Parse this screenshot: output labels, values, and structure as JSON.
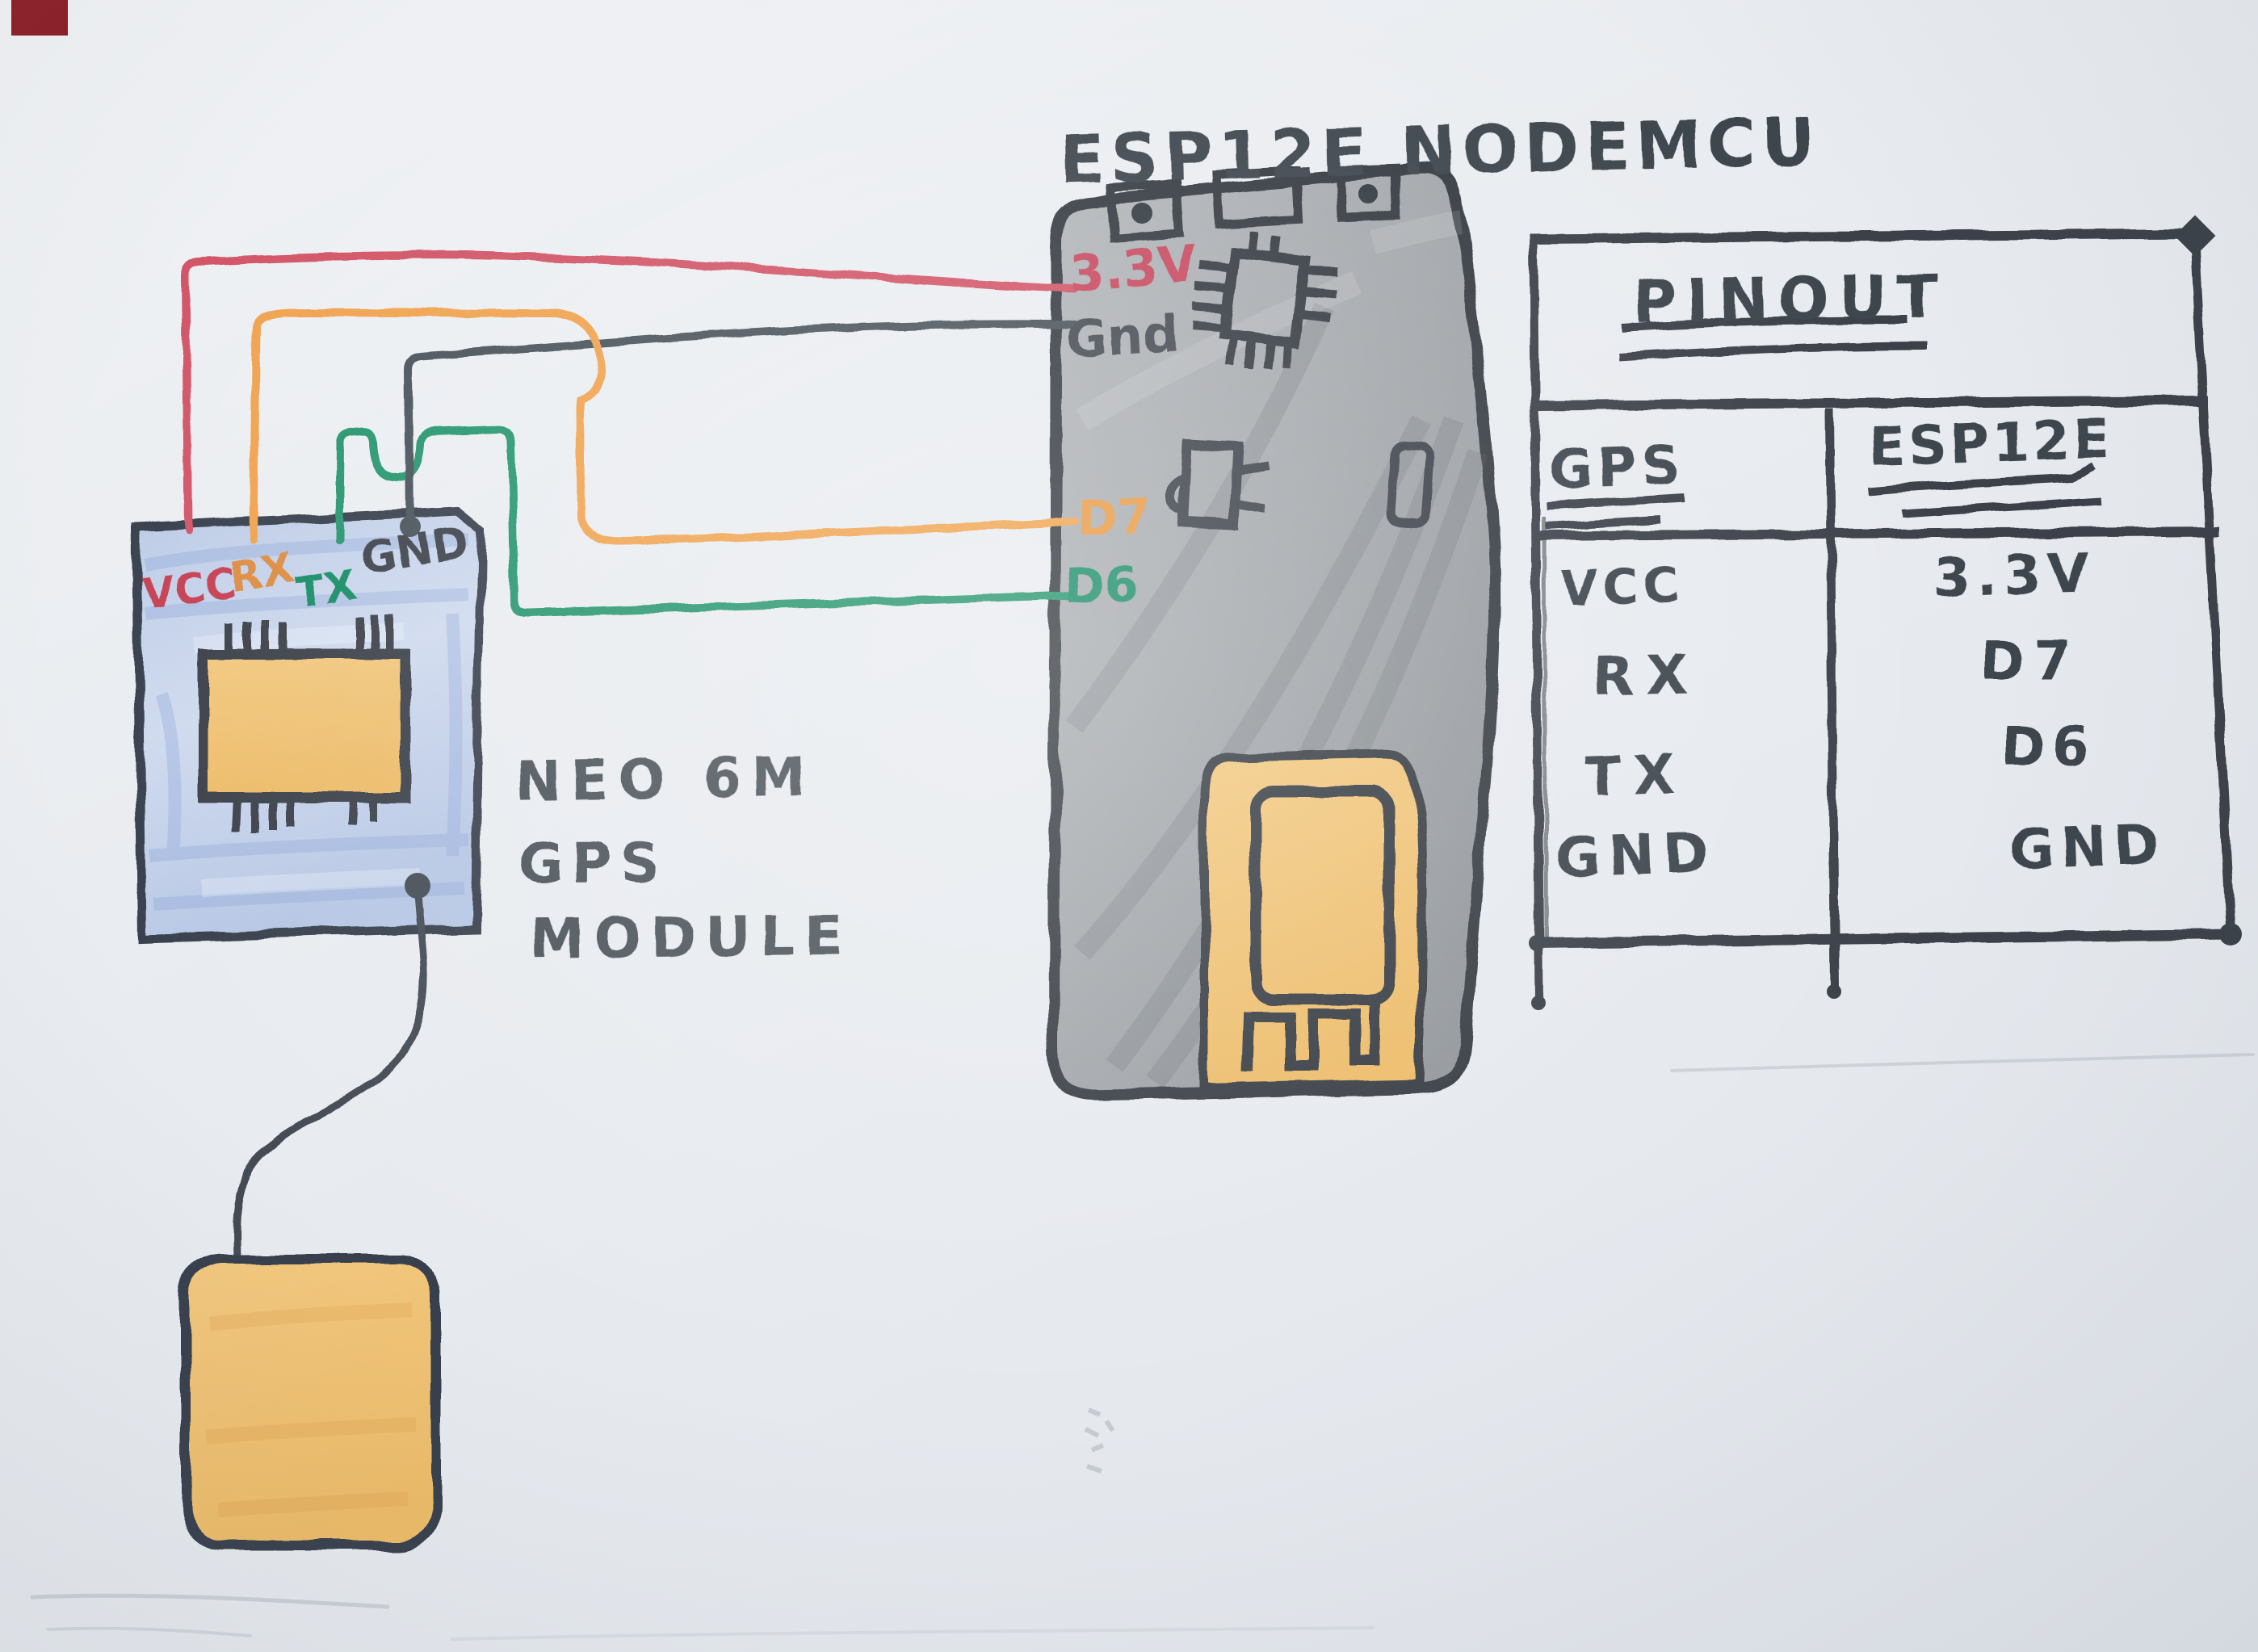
{
  "title": "ESP12E NODEMCU",
  "nodemcu": {
    "pins": {
      "v33": "3.3V",
      "gnd": "Gnd",
      "d7": "D7",
      "d6": "D6"
    }
  },
  "gps_module": {
    "caption_line1": "NEO 6M",
    "caption_line2": "GPS",
    "caption_line3": "MODULE",
    "pins": {
      "vcc": "VCC",
      "rx": "RX",
      "tx": "TX",
      "gnd": "GND"
    }
  },
  "pinout_table": {
    "title": "PINOUT",
    "columns": {
      "gps": "GPS",
      "esp": "ESP12E"
    },
    "rows": [
      {
        "gps": "VCC",
        "esp": "3.3V"
      },
      {
        "gps": "RX",
        "esp": "D7"
      },
      {
        "gps": "TX",
        "esp": "D6"
      },
      {
        "gps": "GND",
        "esp": "GND"
      }
    ]
  },
  "colors": {
    "wire_vcc_red": "#d25768",
    "wire_rx_orange": "#f0a350",
    "wire_tx_green": "#27966e",
    "wire_gnd_dark": "#49525a",
    "ink": "#3e454d",
    "board_gray": "#a6aaae",
    "gps_blue": "#c5d3ea",
    "chip_orange": "#efc478"
  }
}
